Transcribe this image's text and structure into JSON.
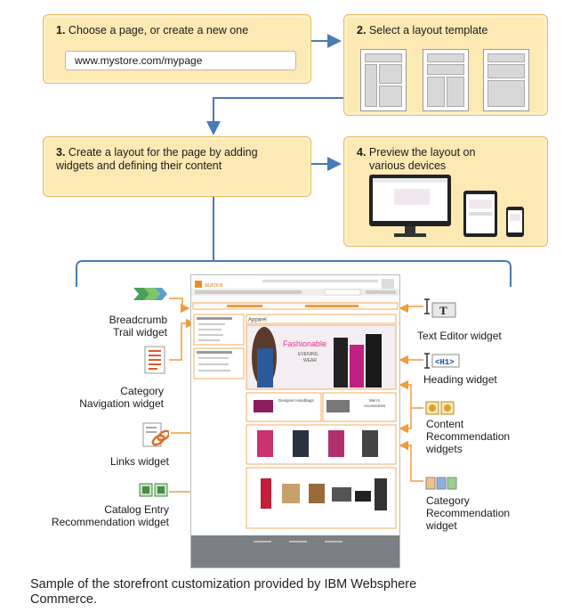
{
  "steps": [
    {
      "num": "1.",
      "text": "Choose a page, or create a new one",
      "url": "www.mystore.com/mypage"
    },
    {
      "num": "2.",
      "text": "Select a layout template"
    },
    {
      "num": "3.",
      "text_line1": "Create a layout for the page by adding",
      "text_line2": "widgets and defining their content"
    },
    {
      "num": "4.",
      "text_line1": "Preview the layout on",
      "text_line2": "various devices"
    }
  ],
  "widgets_left": [
    {
      "line1": "Breadcrumb",
      "line2": "Trail widget",
      "icon": "breadcrumb-icon"
    },
    {
      "line1": "Category",
      "line2": "Navigation widget",
      "icon": "category-navigation-icon"
    },
    {
      "line1": "Links widget",
      "line2": "",
      "icon": "links-icon"
    },
    {
      "line1": "Catalog Entry",
      "line2": "Recommendation widget",
      "icon": "catalog-entry-icon"
    }
  ],
  "widgets_right": [
    {
      "line1": "Text Editor widget",
      "line2": "",
      "line3": "",
      "icon": "text-editor-icon"
    },
    {
      "line1": "Heading widget",
      "line2": "",
      "line3": "",
      "icon": "heading-icon",
      "tag": "<H1>"
    },
    {
      "line1": "Content",
      "line2": "Recommendation",
      "line3": "widgets",
      "icon": "content-recommendation-icon"
    },
    {
      "line1": "Category",
      "line2": "Recommendation",
      "line3": "widget",
      "icon": "category-recommendation-icon"
    }
  ],
  "storefront": {
    "logo": "aurora",
    "hero_title": "Fashionable",
    "hero_subtitle1": "EVENING",
    "hero_subtitle2": "WEAR",
    "banner1": "Designer Handbags",
    "banner2a": "Men's",
    "banner2b": "Accessories",
    "heading": "Apparel",
    "text_editor_icon_letter": "T"
  },
  "caption_line1": "Sample of the storefront customization provided by IBM Websphere",
  "caption_line2": "Commerce.",
  "colors": {
    "step_fill": "#fde9b4",
    "step_border": "#e8b95e",
    "connector_blue": "#4a7ab5",
    "callout_orange": "#f39a3a",
    "hero_pink": "#e0368a",
    "footer_gray": "#7c7f83"
  }
}
